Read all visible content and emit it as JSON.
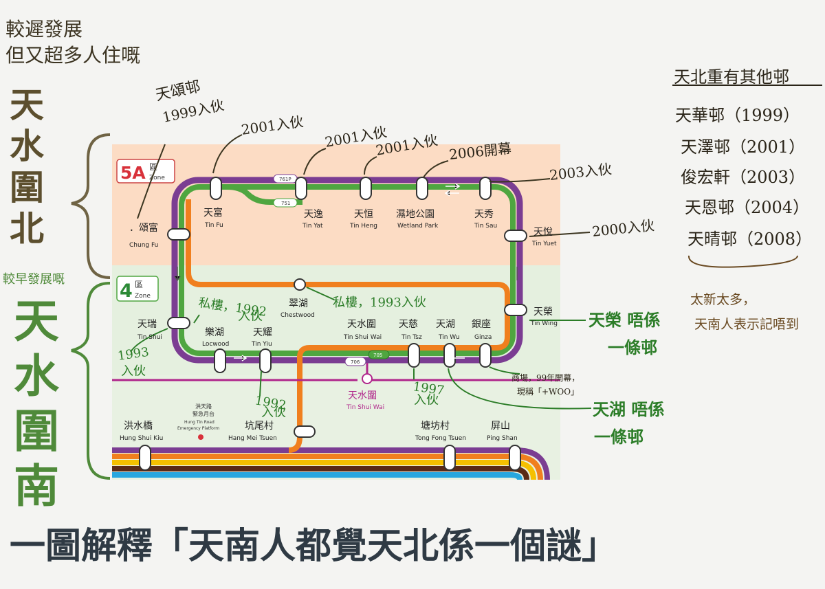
{
  "header_note": {
    "line1": "較遲發展",
    "line2": "但又超多人住嘅"
  },
  "north": {
    "c1": "天",
    "c2": "水",
    "c3": "圍",
    "c4": "北"
  },
  "south": {
    "c1": "天",
    "c2": "水",
    "c3": "圍",
    "c4": "南"
  },
  "early_note": "較早發展嘅",
  "zone_5a": {
    "num": "5A",
    "qu": "區",
    "word": "Zone"
  },
  "zone_4": {
    "num": "4",
    "qu": "區",
    "word": "Zone"
  },
  "route_tags": {
    "r1": "761P",
    "r2": "751",
    "r3": "706",
    "r4": "705"
  },
  "stations": [
    {
      "zh": "．頌富",
      "en": "Chung Fu"
    },
    {
      "zh": "天富",
      "en": "Tin Fu"
    },
    {
      "zh": "天逸",
      "en": "Tin Yat"
    },
    {
      "zh": "天恒",
      "en": "Tin Heng"
    },
    {
      "zh": "濕地公園",
      "en": "Wetland Park"
    },
    {
      "zh": "天秀",
      "en": "Tin Sau"
    },
    {
      "zh": "天悅",
      "en": "Tin Yuet"
    },
    {
      "zh": "翠湖",
      "en": "Chestwood"
    },
    {
      "zh": "天瑞",
      "en": "Tin Shui"
    },
    {
      "zh": "樂湖",
      "en": "Locwood"
    },
    {
      "zh": "天耀",
      "en": "Tin Yiu"
    },
    {
      "zh": "天水圍",
      "en": "Tin Shui Wai"
    },
    {
      "zh": "天慈",
      "en": "Tin Tsz"
    },
    {
      "zh": "天湖",
      "en": "Tin Wu"
    },
    {
      "zh": "銀座",
      "en": "Ginza"
    },
    {
      "zh": "天榮",
      "en": "Tin Wing"
    },
    {
      "zh": "天水圍",
      "en": "Tin Shui Wai"
    },
    {
      "zh": "洪水橋",
      "en": "Hung Shui Kiu"
    },
    {
      "zh": "坑尾村",
      "en": "Hang Mei Tsuen"
    },
    {
      "zh": "塘坊村",
      "en": "Tong Fong Tsuen"
    },
    {
      "zh": "屏山",
      "en": "Ping Shan"
    }
  ],
  "emergency": {
    "zh1": "洪天路",
    "zh2": "緊急月台",
    "en1": "Hung Tin Road",
    "en2": "Emergency Platform"
  },
  "annotations": {
    "tin_chung": "天頌邨",
    "tin_chung_year": "1999入伙",
    "tin_fu": "2001入伙",
    "tin_yat": "2001入伙",
    "tin_heng": "2001入伙",
    "wetland": "2006開幕",
    "tin_sau": "2003入伙",
    "tin_yuet": "2000入伙",
    "chestwood": "私樓，1993入伙",
    "locwood_a": "私樓，1992",
    "locwood_b": "入伙",
    "tin_shui_a": "1993",
    "tin_shui_b": "入伙",
    "hang_mei_a": "1992",
    "hang_mei_b": "入伙",
    "tin_tsz_a": "1997",
    "tin_tsz_b": "入伙",
    "ginza_a": "商場，99年開幕，",
    "ginza_b": "現稱「+WOO」",
    "tin_wing_a": "天榮 唔係",
    "tin_wing_b": "一條邨",
    "tin_wu_a": "天湖 唔係",
    "tin_wu_b": "一條邨"
  },
  "right_list": {
    "title": "天北重有其他邨",
    "items": [
      "天華邨（1999）",
      "天澤邨（2001）",
      "俊宏軒（2003）",
      "天恩邨（2004）",
      "天晴邨（2008）"
    ],
    "note1": "太新太多，",
    "note2": "天南人表示記唔到"
  },
  "bottom_title": "一圖解釋「天南人都覺天北係一個謎」",
  "colors": {
    "purple": "#7b3d92",
    "green": "#4fa640",
    "orange": "#f07f1e",
    "magenta": "#b0268b",
    "yellow": "#f5c000",
    "brown": "#5a2a16",
    "blue": "#27a7df",
    "zone_north": "#fcdcc4",
    "zone_south": "#e5f0df",
    "ink": "#2a2418",
    "green_ink": "#2c7d28",
    "brown_ink": "#6a4a22"
  }
}
